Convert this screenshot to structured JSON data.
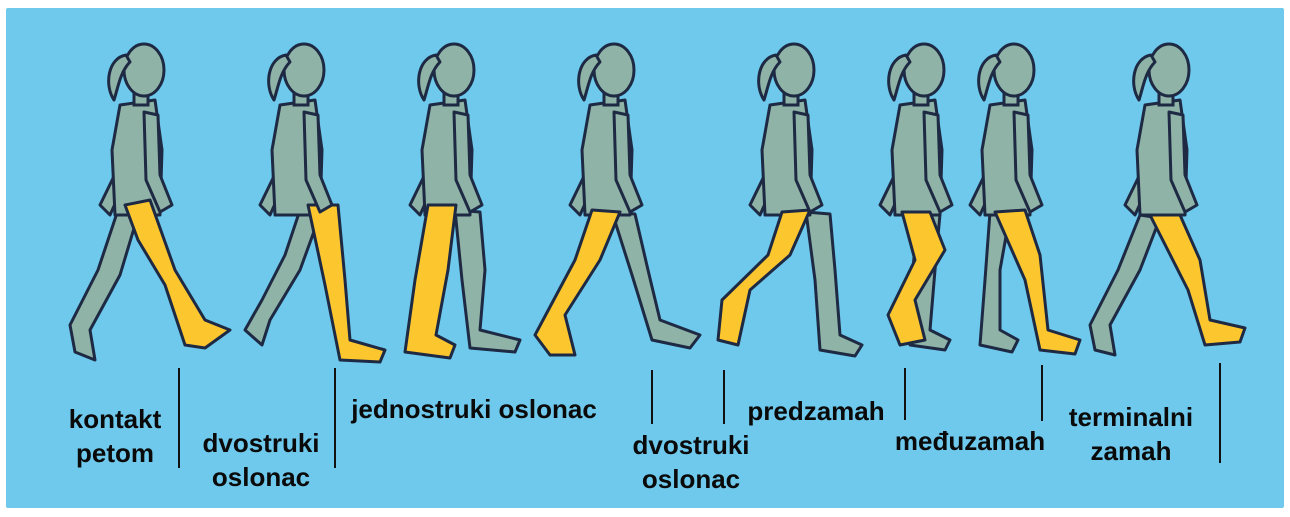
{
  "colors": {
    "background": "#6ec9ec",
    "body": "#8fb3a6",
    "outline": "#1e2a44",
    "highlighted_leg": "#fcc62f",
    "text": "#0a0a0a"
  },
  "phases": [
    {
      "lines": [
        "kontakt",
        "petom"
      ]
    },
    {
      "lines": [
        "dvostruki",
        "oslonac"
      ]
    },
    {
      "lines": [
        "jednostruki oslonac"
      ]
    },
    {
      "lines": [
        "dvostruki",
        "oslonac"
      ]
    },
    {
      "lines": [
        "predzamah"
      ]
    },
    {
      "lines": [
        "međuzamah"
      ]
    },
    {
      "lines": [
        "terminalni",
        "zamah"
      ]
    }
  ],
  "figures": [
    {
      "pose": "heel-contact",
      "highlight": "front-leg"
    },
    {
      "pose": "double-support",
      "highlight": "front-leg"
    },
    {
      "pose": "single-support",
      "highlight": "stance-leg"
    },
    {
      "pose": "double-support",
      "highlight": "rear-leg"
    },
    {
      "pose": "pre-swing",
      "highlight": "rear-leg"
    },
    {
      "pose": "initial-swing",
      "highlight": "swing-leg"
    },
    {
      "pose": "mid-swing",
      "highlight": "swing-leg"
    },
    {
      "pose": "terminal-swing",
      "highlight": "front-leg"
    }
  ]
}
